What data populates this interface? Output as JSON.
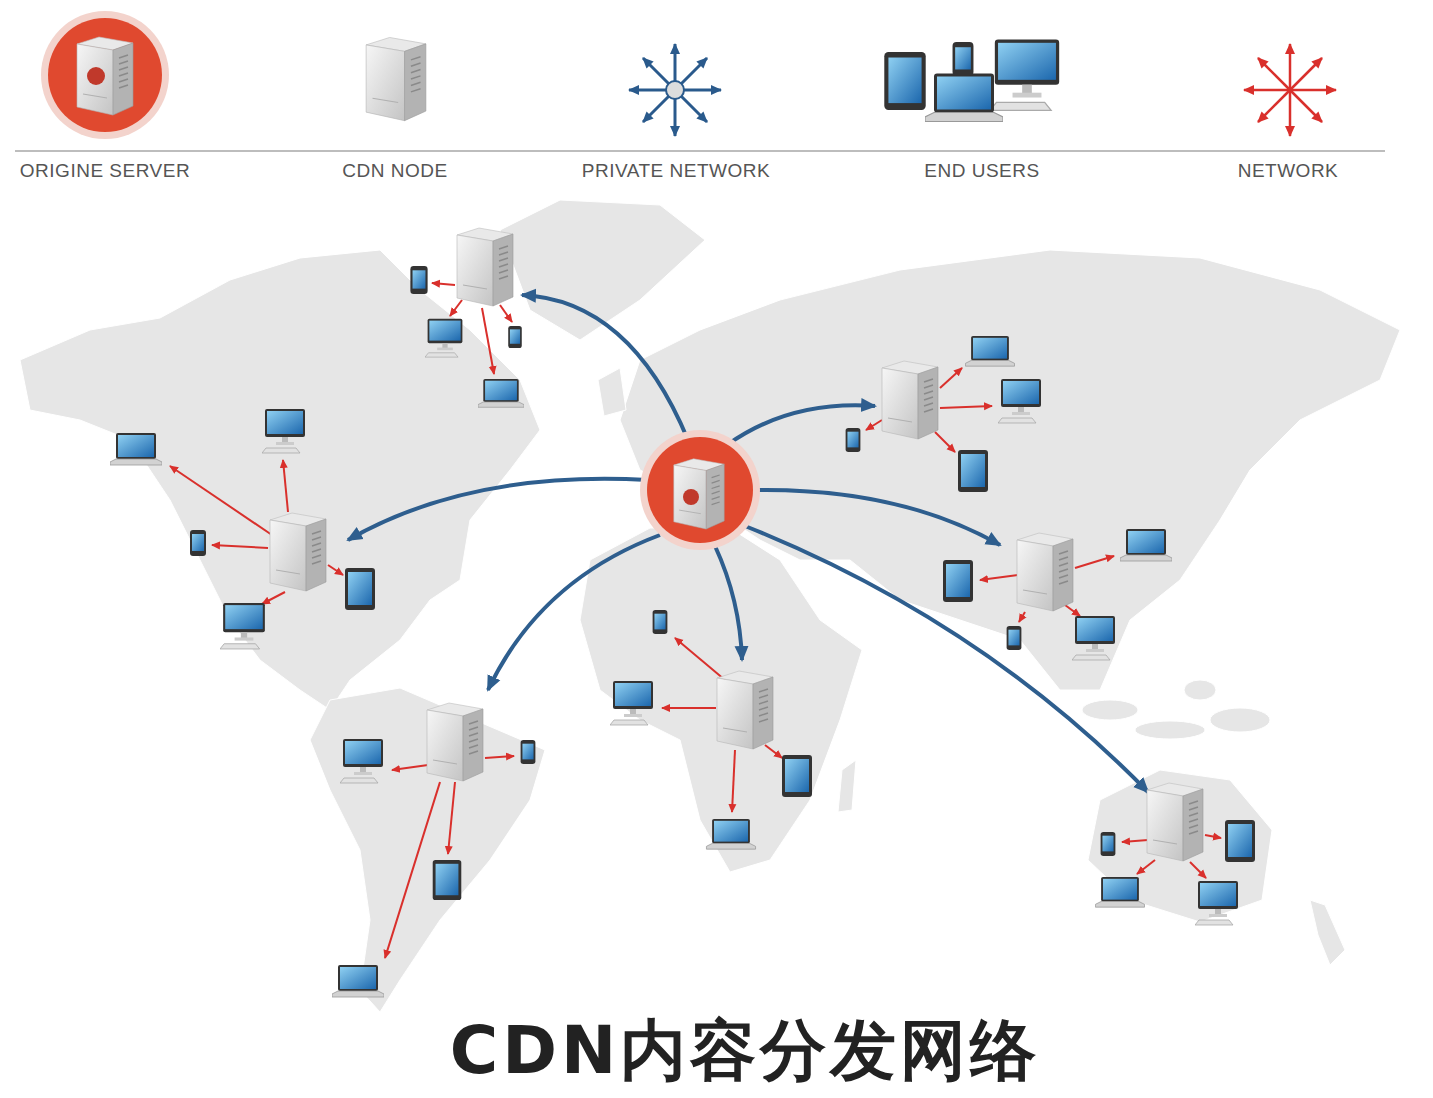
{
  "diagram": {
    "caption": "CDN内容分发网络",
    "legend": [
      {
        "text": "ORIGINE SERVER"
      },
      {
        "text": "CDN NODE"
      },
      {
        "text": "PRIVATE NETWORK"
      },
      {
        "text": "END USERS"
      },
      {
        "text": "NETWORK"
      }
    ]
  }
}
